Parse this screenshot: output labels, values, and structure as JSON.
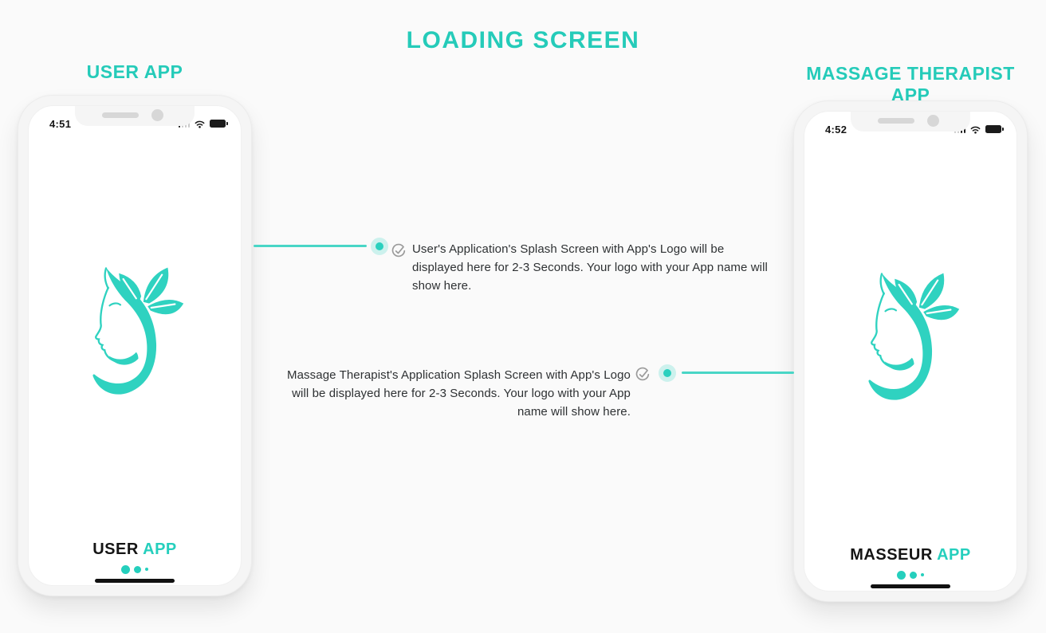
{
  "title": "LOADING SCREEN",
  "colors": {
    "accent": "#25cbb9",
    "logo_teal": "#2fd2c0",
    "connector": "#49d6c6",
    "text_dark": "#2e3133"
  },
  "headers": {
    "left": "USER APP",
    "right": "MASSAGE THERAPIST APP"
  },
  "phones": {
    "user": {
      "time": "4:51",
      "app_name_primary": "USER",
      "app_name_accent": "APP"
    },
    "masseur": {
      "time": "4:52",
      "app_name_primary": "MASSEUR",
      "app_name_accent": "APP"
    }
  },
  "annotations": {
    "user": {
      "text": "User's Application's Splash Screen with App's Logo will be displayed here for 2-3 Seconds. Your logo with your App name will show here."
    },
    "masseur": {
      "text": "Massage Therapist's Application Splash Screen with App's Logo will be displayed here for 2-3 Seconds. Your logo with your App name will show here."
    }
  },
  "icons": {
    "check": "check-circle-icon",
    "marker": "annotation-marker-dot",
    "signal": "cellular-signal-icon",
    "wifi": "wifi-icon",
    "battery": "battery-icon",
    "logo": "woman-face-leaves-logo"
  }
}
